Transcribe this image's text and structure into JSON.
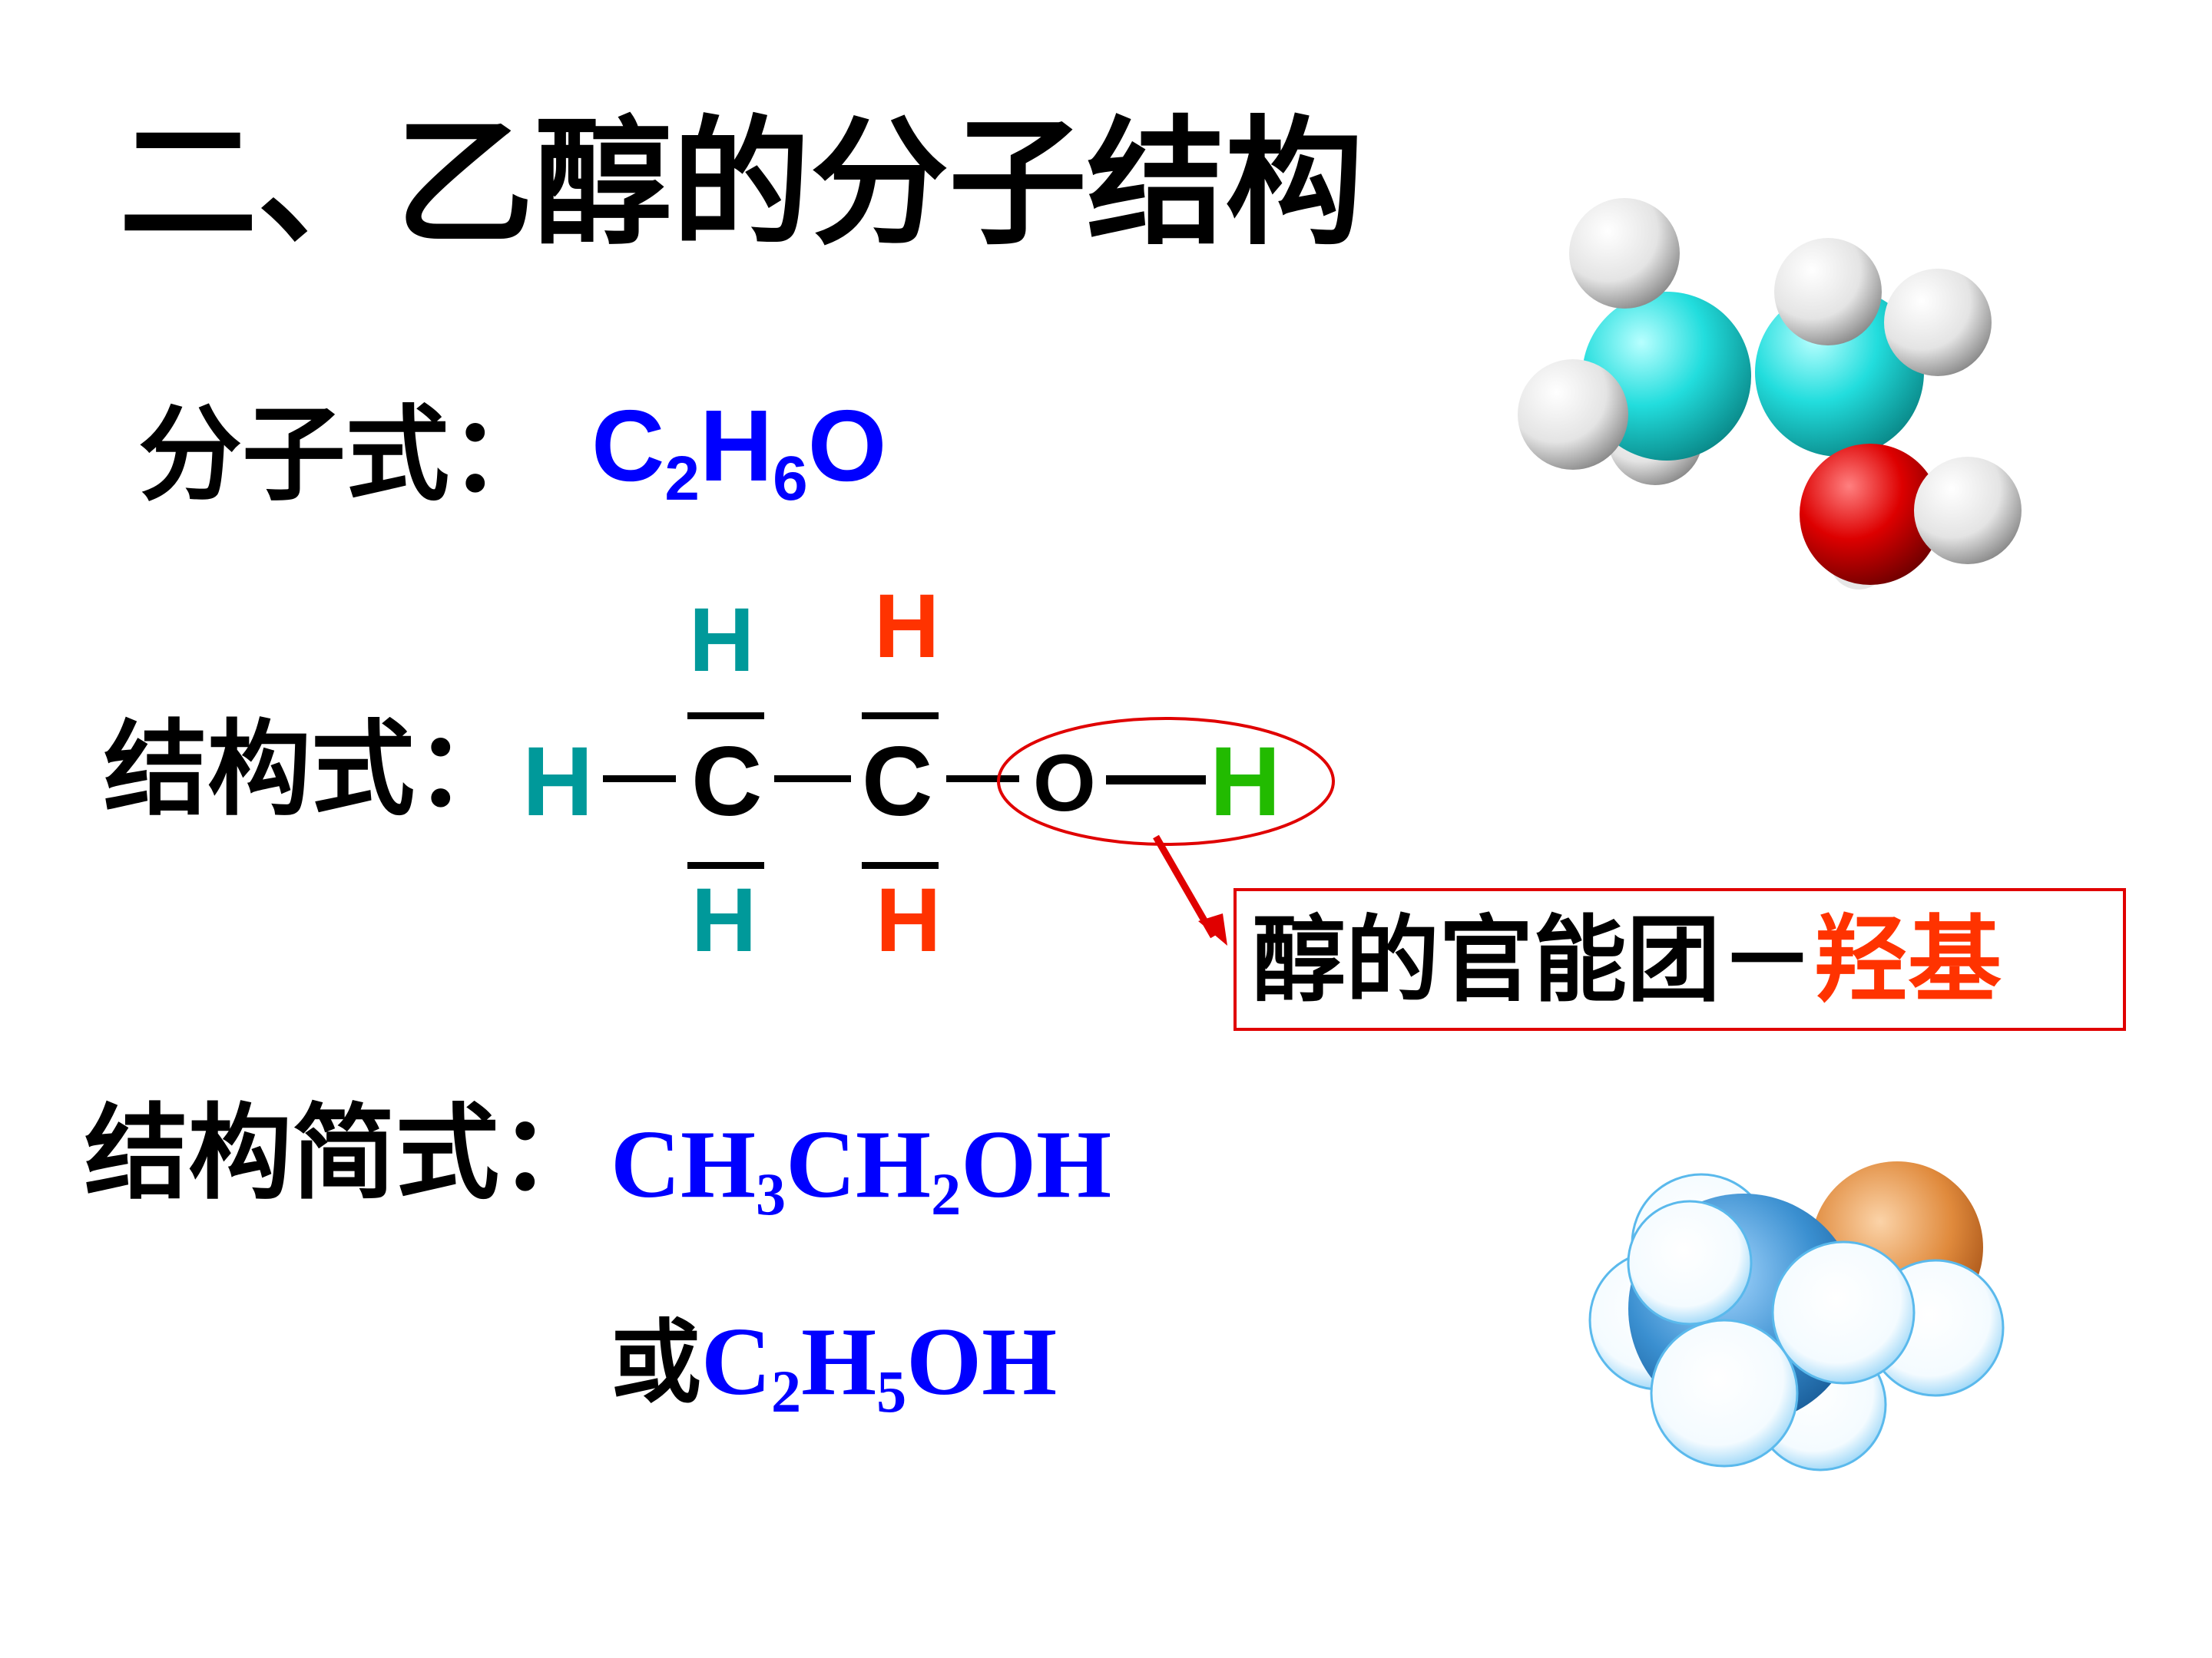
{
  "slide": {
    "title": "二、乙醇的分子结构",
    "molecular_formula": {
      "label": "分子式：",
      "parts": [
        "C",
        "2",
        "H",
        "6",
        "O"
      ]
    },
    "structural_formula": {
      "label": "结构式：",
      "atoms": {
        "h_top_1": "H",
        "h_top_2": "H",
        "h_left": "H",
        "c1": "C",
        "c2": "C",
        "o": "O",
        "h_right": "H",
        "h_bottom_1": "H",
        "h_bottom_2": "H"
      },
      "bond_single": "—",
      "bond_oh": "—"
    },
    "functional_group": {
      "text": "醇的官能团－",
      "highlight": "羟基"
    },
    "condensed_formula": {
      "label": "结构简式：",
      "line1_parts": [
        "CH",
        "3",
        "CH",
        "2",
        "OH"
      ],
      "or_word": "或",
      "line2_parts": [
        "C",
        "2",
        "H",
        "5",
        "OH"
      ]
    },
    "colors": {
      "formula_blue": "#0000ff",
      "methyl_teal": "#00999a",
      "methylene_orange": "#ff3300",
      "hydroxyl_green": "#22bb00",
      "highlight_red": "#e00000",
      "carbon_cyan": "#22dddd",
      "oxygen_red": "#dd0000",
      "hydrogen_white": "#f0f0f0",
      "space_fill_blue": "#3a8fd0",
      "space_fill_orange": "#e08a3c"
    },
    "icons": [
      "ball-and-stick-model",
      "space-filling-model",
      "arrow-pointer",
      "circle-highlight"
    ]
  }
}
